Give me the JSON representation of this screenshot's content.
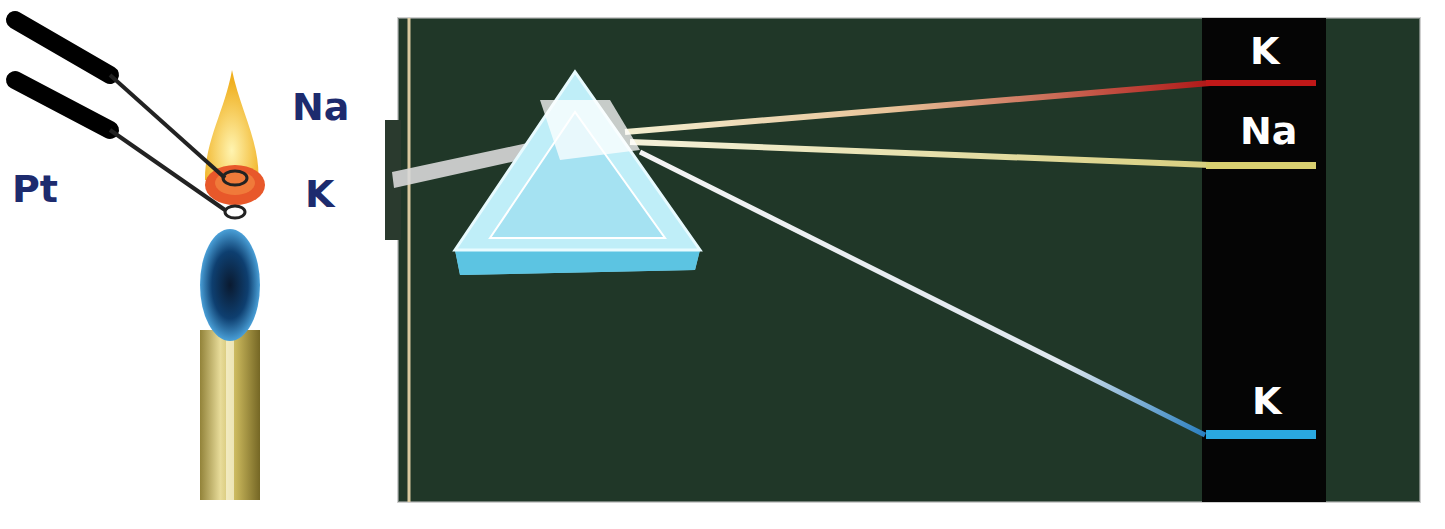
{
  "diagram": {
    "labels": [
      "Na",
      "Pt",
      "K",
      "K",
      "Na",
      "K"
    ]
  }
}
